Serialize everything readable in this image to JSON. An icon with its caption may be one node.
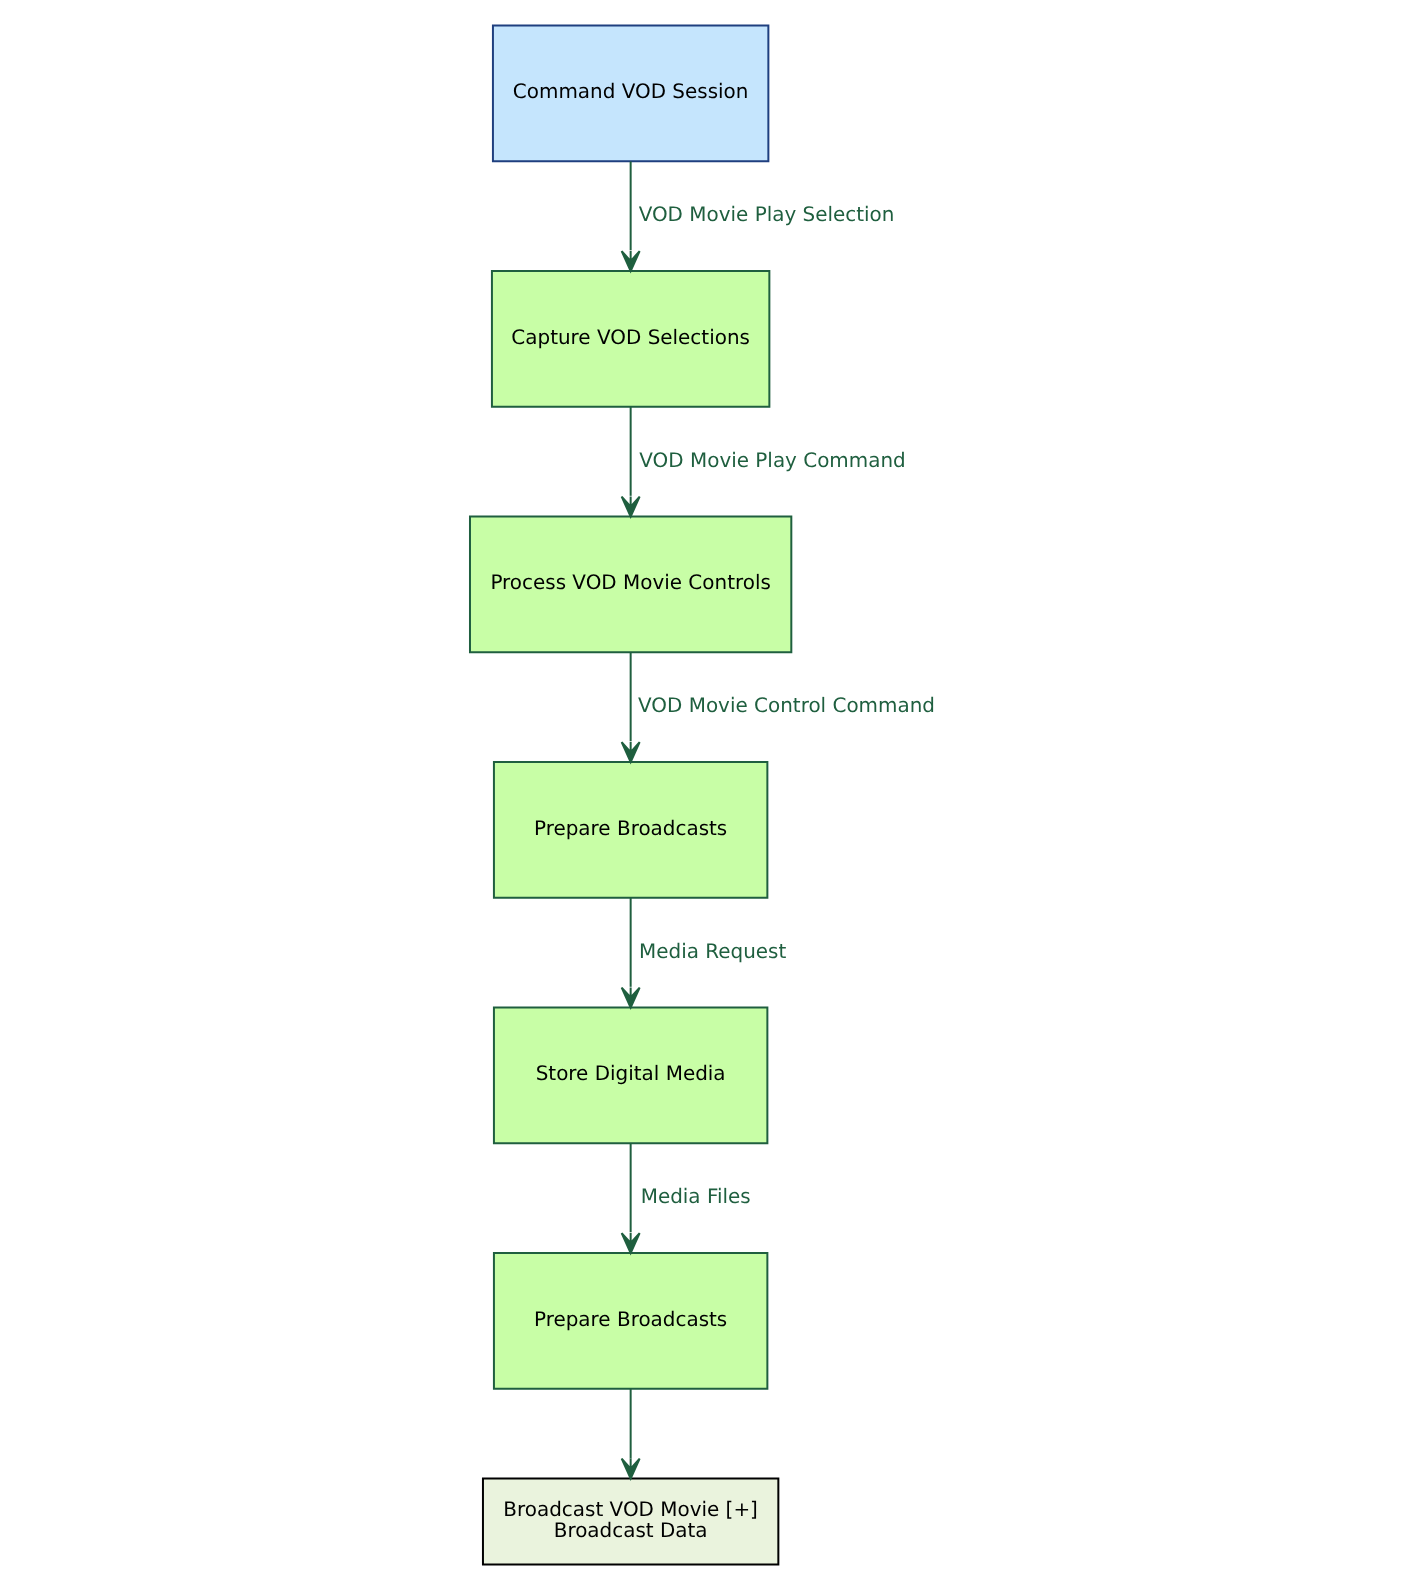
{
  "diagram": {
    "nodes": [
      {
        "text": [
          "Command VOD Session"
        ]
      },
      {
        "text": [
          "Capture VOD Selections"
        ]
      },
      {
        "text": [
          "Process VOD Movie Controls"
        ]
      },
      {
        "text": [
          "Prepare Broadcasts"
        ]
      },
      {
        "text": [
          "Store Digital Media"
        ]
      },
      {
        "text": [
          "Prepare Broadcasts"
        ]
      },
      {
        "text": [
          "Broadcast VOD Movie [+]",
          "Broadcast Data"
        ]
      }
    ],
    "edges": [
      {
        "from": 0,
        "to": 1,
        "arrow": "to",
        "label": "VOD Movie Play Selection"
      },
      {
        "from": 1,
        "to": 2,
        "arrow": "to",
        "label": "VOD Movie Play Command"
      },
      {
        "from": 2,
        "to": 3,
        "arrow": "to",
        "label": "VOD Movie Control Command"
      },
      {
        "from": 3,
        "to": 4,
        "arrow": "to",
        "label": "Media Request"
      },
      {
        "from": 4,
        "to": 5,
        "arrow": "to",
        "label": "Media Files"
      },
      {
        "from": 5,
        "to": 6,
        "arrow": "to"
      }
    ]
  }
}
